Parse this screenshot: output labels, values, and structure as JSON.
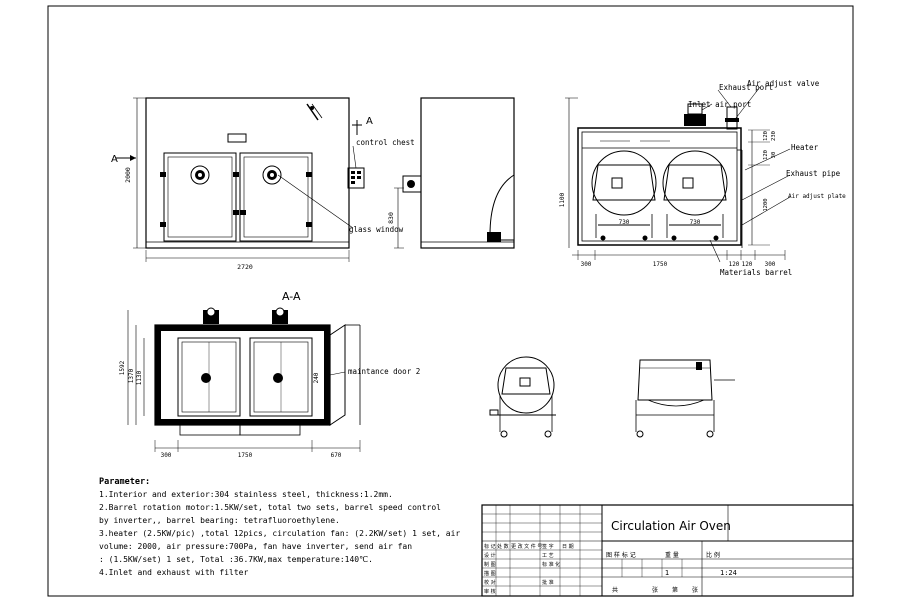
{
  "front_view": {
    "width_dim": "2720",
    "height_dim": "2000",
    "door_dim": "830",
    "section_label_left": "A",
    "section_label_right": "A",
    "control_chest": "control chest",
    "glass_window": "glass window"
  },
  "side_view": {
    "labels": {
      "exhaust_port": "Exhaust port",
      "air_adjust_valve": "Air adjust valve",
      "inlet_air_port": "Inlet air port",
      "heater": "Heater",
      "exhaust_pipe": "Exhaust pipe",
      "air_adjust_plate": "Air adjust plate",
      "materials_barrel": "Materials barrel"
    },
    "dims": {
      "bottom": [
        "300",
        "1750",
        "120",
        "300"
      ],
      "bottom_left_120": "120",
      "height_left": "1100",
      "right_a": "120",
      "right_b": "230",
      "right_c": "120",
      "right_d": "30",
      "right_e": "1200",
      "barrel_w": "730"
    }
  },
  "section_view": {
    "title": "A-A",
    "maintenance": "maintance door 2",
    "dims": {
      "height_outer": "1592",
      "height_a": "1370",
      "height_b": "1130",
      "bottom": [
        "300",
        "1750",
        "670"
      ],
      "door_gap": "240"
    }
  },
  "parameters": {
    "heading": "Parameter:",
    "lines": [
      "1.Interior and exterior:304 stainless steel, thickness:1.2mm.",
      "2.Barrel rotation motor:1.5KW/set, total two sets, barrel speed control",
      "by inverter,, barrel bearing: tetrafluoroethylene.",
      "3.heater (2.5KW/pic) ,total 12pics, circulation fan: (2.2KW/set) 1 set, air",
      "volume: 2000, air pressure:700Pa, fan have inverter, send air fan",
      ": (1.5KW/set) 1 set, Total :36.7KW,max temperature:140℃.",
      "4.Inlet and exhaust with filter"
    ]
  },
  "title_block": {
    "title": "Circulation Air Oven",
    "qty": "1",
    "scale": "1:24",
    "row_labels": [
      "设 计",
      "制 图",
      "描 图",
      "校 对",
      "审 核"
    ],
    "header_cells": [
      "标 记",
      "处 数",
      "更 改 文 件 号",
      "签 字",
      "日 期"
    ],
    "mid_labels": [
      "工 艺",
      "标 准 化",
      "批 准"
    ],
    "right_header": [
      "图 样 标 记",
      "重 量",
      "比 例"
    ],
    "sheet": [
      "共",
      "张",
      "第",
      "张"
    ]
  }
}
